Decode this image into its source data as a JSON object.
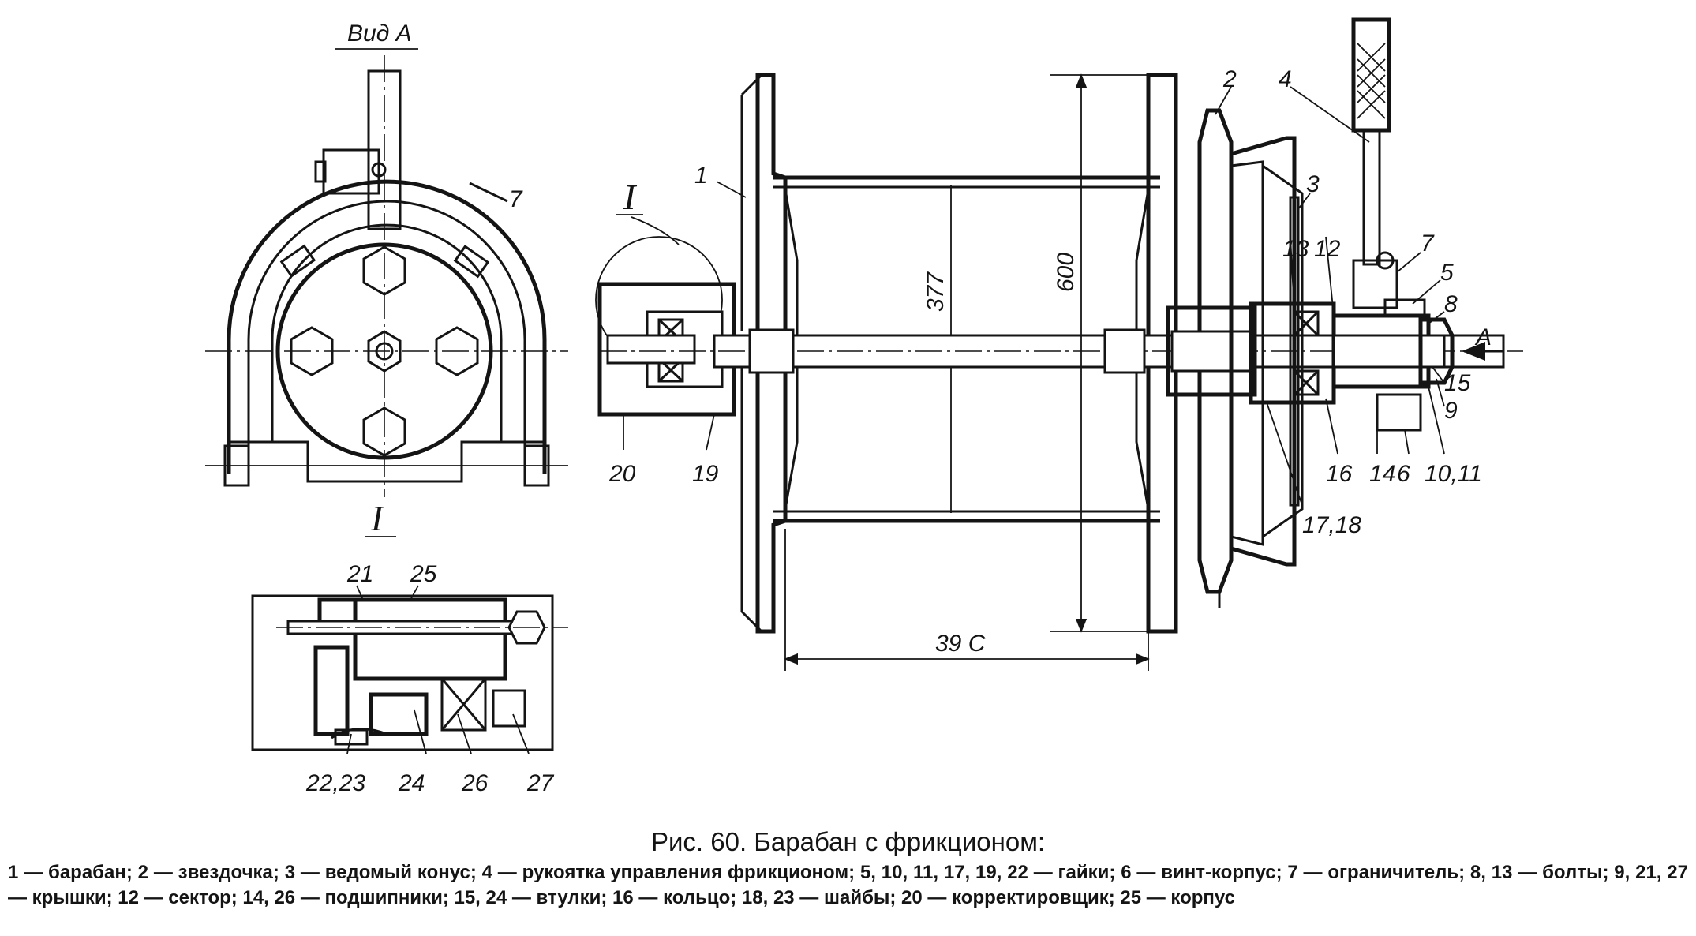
{
  "view_title": "Вид А",
  "detail_title": "I",
  "detail_ref": "I",
  "dimensions": {
    "d_drum": "377",
    "d_flange": "600",
    "length": "39 С"
  },
  "arrow_letter": "А",
  "view_a_labels": {
    "l7": "7"
  },
  "main_labels": {
    "l1": "1",
    "l2": "2",
    "l4": "4",
    "l3": "3",
    "l7": "7",
    "l13": "13",
    "l12": "12",
    "l5": "5",
    "l8": "8",
    "l15": "15",
    "l9": "9",
    "l20": "20",
    "l19": "19",
    "l16": "16",
    "l14": "14",
    "l6": "6",
    "l1011": "10,11",
    "l1718": "17,18"
  },
  "detail_labels": {
    "l21": "21",
    "l25": "25",
    "l2223": "22,23",
    "l24": "24",
    "l26": "26",
    "l27": "27"
  },
  "caption": {
    "title": "Рис. 60. Барабан с фрикционом:",
    "text": "1 — барабан; 2 — звездочка; 3 — ведомый конус; 4 — рукоятка управления фрикционом; 5, 10, 11, 17, 19, 22 — гайки; 6 — винт-корпус; 7 — ограничитель; 8, 13 — болты; 9, 21, 27 — крышки; 12 — сектор; 14, 26 — подшипники; 15, 24 — втулки; 16 — кольцо; 18, 23 — шайбы; 20 — корректировщик; 25 — корпус"
  }
}
